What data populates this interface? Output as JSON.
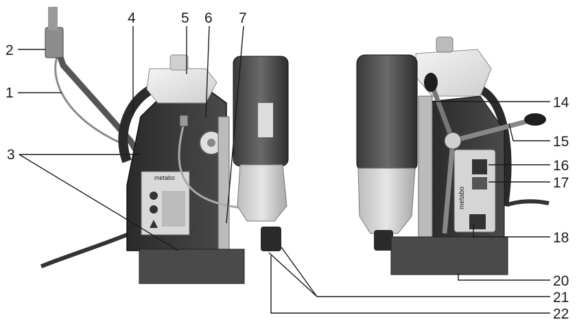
{
  "callouts": [
    {
      "id": "1",
      "label": "1"
    },
    {
      "id": "2",
      "label": "2"
    },
    {
      "id": "3",
      "label": "3"
    },
    {
      "id": "4",
      "label": "4"
    },
    {
      "id": "5",
      "label": "5"
    },
    {
      "id": "6",
      "label": "6"
    },
    {
      "id": "7",
      "label": "7"
    },
    {
      "id": "14",
      "label": "14"
    },
    {
      "id": "15",
      "label": "15"
    },
    {
      "id": "16",
      "label": "16"
    },
    {
      "id": "17",
      "label": "17"
    },
    {
      "id": "18",
      "label": "18"
    },
    {
      "id": "20",
      "label": "20"
    },
    {
      "id": "21",
      "label": "21"
    },
    {
      "id": "22",
      "label": "22"
    }
  ],
  "brand_marking": "metabo"
}
